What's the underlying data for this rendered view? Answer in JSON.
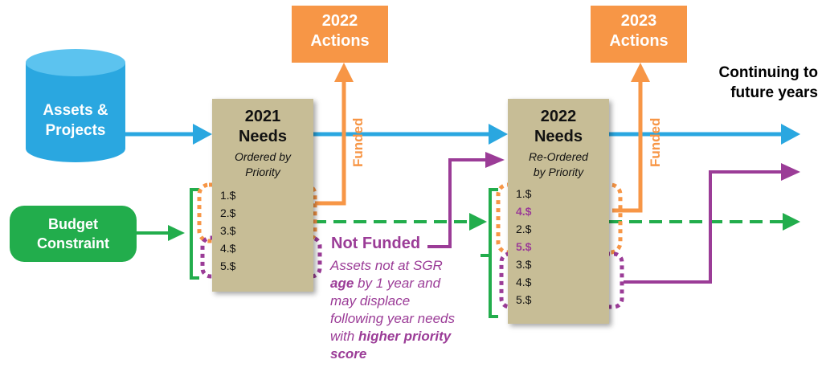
{
  "assets": {
    "line1": "Assets &",
    "line2": "Projects"
  },
  "budget": {
    "line1": "Budget",
    "line2": "Constraint"
  },
  "future": {
    "line1": "Continuing to",
    "line2": "future years"
  },
  "actions_2022": {
    "year": "2022",
    "label": "Actions"
  },
  "actions_2023": {
    "year": "2023",
    "label": "Actions"
  },
  "funded_label": "Funded",
  "needs_2021": {
    "year": "2021",
    "title": "Needs",
    "sub1": "Ordered by",
    "sub2": "Priority",
    "items": [
      "1.$",
      "2.$",
      "3.$",
      "4.$",
      "5.$"
    ]
  },
  "needs_2022": {
    "year": "2022",
    "title": "Needs",
    "sub1": "Re-Ordered",
    "sub2": "by Priority",
    "items": [
      "1.$",
      "4.$",
      "2.$",
      "5.$",
      "3.$",
      "4.$",
      "5.$"
    ]
  },
  "not_funded": {
    "title": "Not Funded",
    "line1": "Assets not at SGR",
    "line2_bold": "age",
    "line2_rest": " by 1 year and",
    "line3": "may displace",
    "line4": "following year needs",
    "line5_pre": "with ",
    "line5_bold": "higher priority",
    "line6_bold": "score"
  },
  "colors": {
    "blue": "#2aa7e0",
    "orange": "#f79646",
    "green": "#22ad4c",
    "purple": "#9b3c97",
    "tan": "#c7bd96"
  }
}
